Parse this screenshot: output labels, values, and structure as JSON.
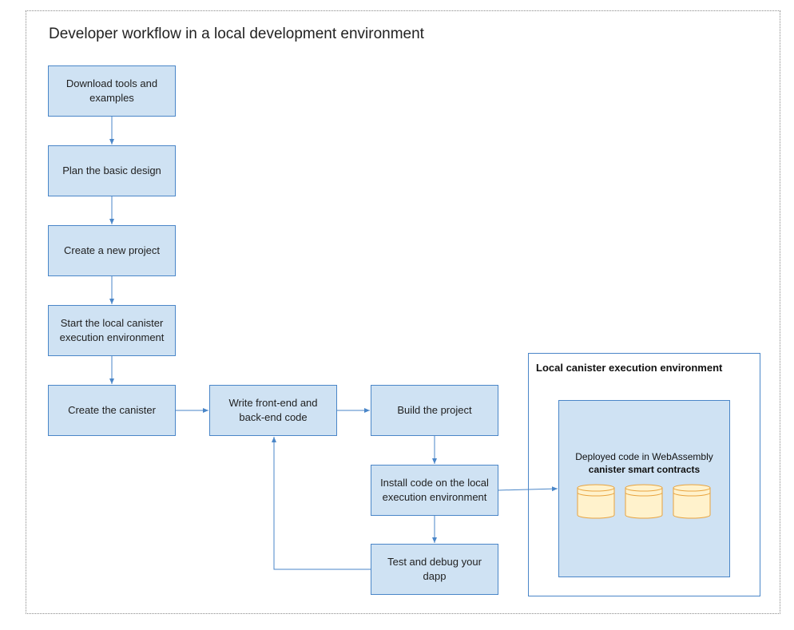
{
  "title": "Developer workflow in a local development environment",
  "steps": {
    "download": "Download tools and examples",
    "plan": "Plan the basic design",
    "create_project": "Create a new project",
    "start_env": "Start the local canister execution environment",
    "create_canister": "Create the canister",
    "write_code": "Write front-end and back-end code",
    "build": "Build the project",
    "install": "Install code on the local execution environment",
    "test": "Test and debug your dapp"
  },
  "environment": {
    "title": "Local canister execution environment",
    "deployed_line1": "Deployed code in WebAssembly",
    "deployed_line2": "canister smart contracts",
    "canister_icon": "database-cylinder-icon",
    "canister_count": 3
  },
  "colors": {
    "box_fill": "#cfe2f3",
    "box_border": "#4a86c8",
    "arrow": "#4a86c8",
    "cylinder_fill": "#fff2cc",
    "cylinder_stroke": "#e8a33d"
  }
}
